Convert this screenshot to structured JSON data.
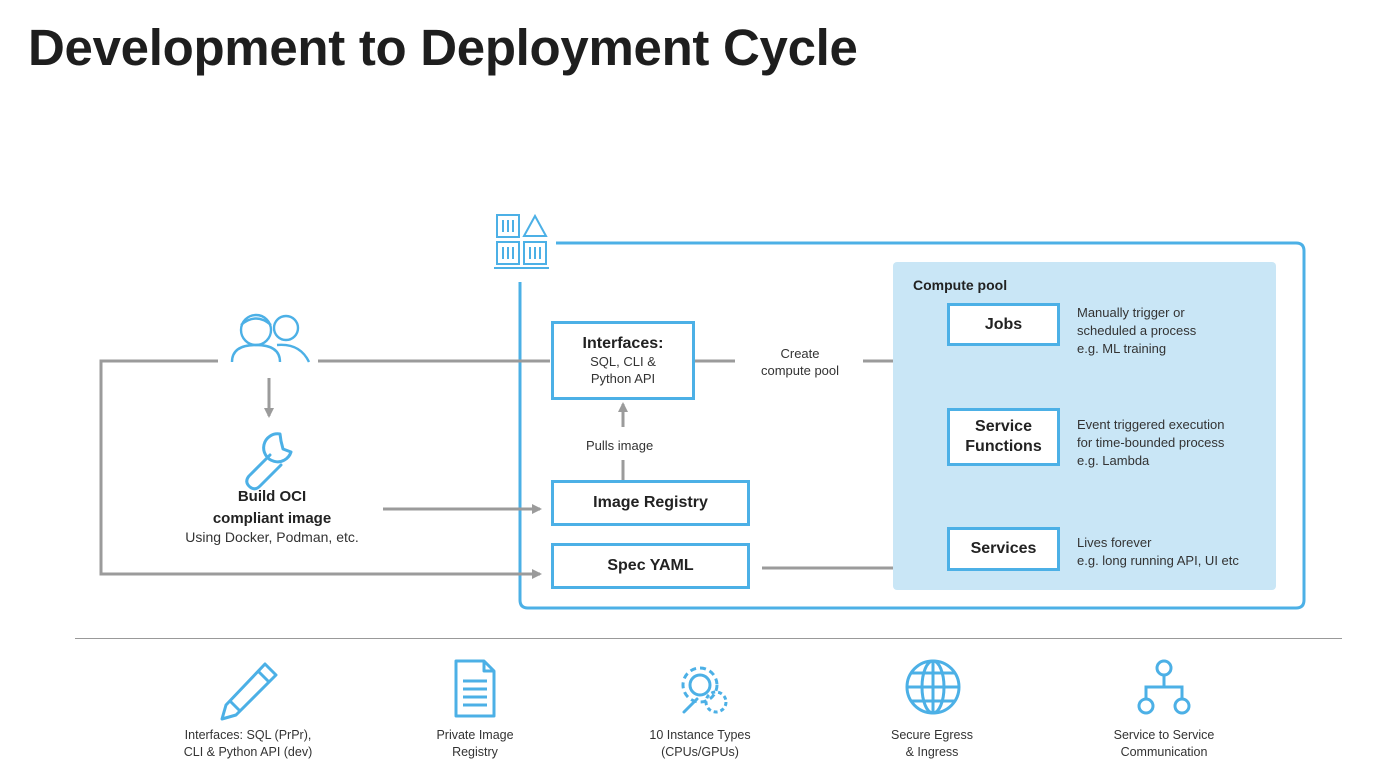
{
  "title": "Development to Deployment Cycle",
  "diagram": {
    "build": {
      "title": "Build OCI\ncompliant image",
      "subtitle": "Using Docker, Podman, etc."
    },
    "interfaces": {
      "title": "Interfaces:",
      "subtitle": "SQL, CLI &\nPython API"
    },
    "image_registry": "Image Registry",
    "spec_yaml": "Spec YAML",
    "pulls_image": "Pulls image",
    "create_pool": "Create\ncompute pool",
    "compute_pool": {
      "title": "Compute pool",
      "items": [
        {
          "label": "Jobs",
          "description": "Manually trigger or\nscheduled a process\ne.g. ML training"
        },
        {
          "label": "Service\nFunctions",
          "description": "Event triggered execution\nfor time-bounded process\ne.g. Lambda"
        },
        {
          "label": "Services",
          "description": "Lives forever\ne.g. long running API, UI etc"
        }
      ]
    }
  },
  "features": [
    {
      "icon": "pencil-icon",
      "label": "Interfaces: SQL (PrPr),\nCLI & Python API (dev)"
    },
    {
      "icon": "document-icon",
      "label": "Private Image\nRegistry"
    },
    {
      "icon": "gears-icon",
      "label": "10 Instance Types\n(CPUs/GPUs)"
    },
    {
      "icon": "globe-icon",
      "label": "Secure Egress\n& Ingress"
    },
    {
      "icon": "network-icon",
      "label": "Service to Service\nCommunication"
    }
  ],
  "colors": {
    "accent": "#4cb0e6",
    "pool_fill": "#c9e6f6",
    "arrow": "#9b9b9b"
  }
}
